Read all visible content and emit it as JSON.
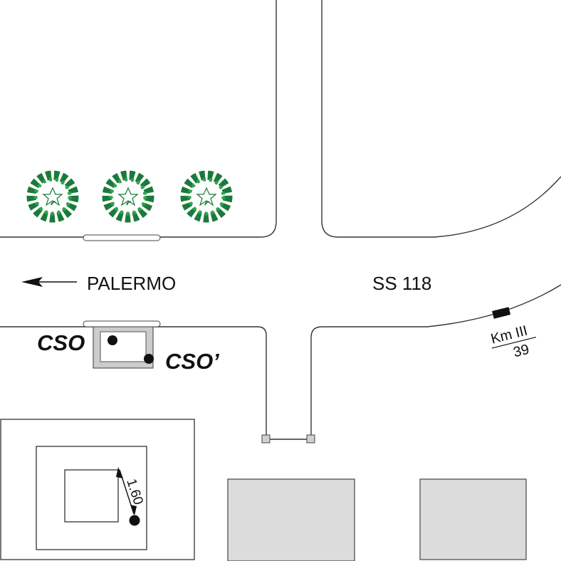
{
  "map": {
    "direction_label": "PALERMO",
    "road_label": "SS 118",
    "station_labels": {
      "cso": "CSO",
      "cso_prime": "CSO’"
    },
    "km_marker": {
      "top": "Km III",
      "bottom": "39"
    },
    "distance_label": "1.60",
    "tree_count": 3,
    "colors": {
      "road_edge": "#333333",
      "tree_dark": "#1a7a3a",
      "tree_light": "#2fa24f",
      "block_fill": "#dcdcdc",
      "station_box_fill": "#cccccc",
      "marker": "#111111"
    },
    "icons": [
      "tree-icon",
      "arrow-left-icon",
      "station-point-icon",
      "km-marker-icon"
    ]
  }
}
